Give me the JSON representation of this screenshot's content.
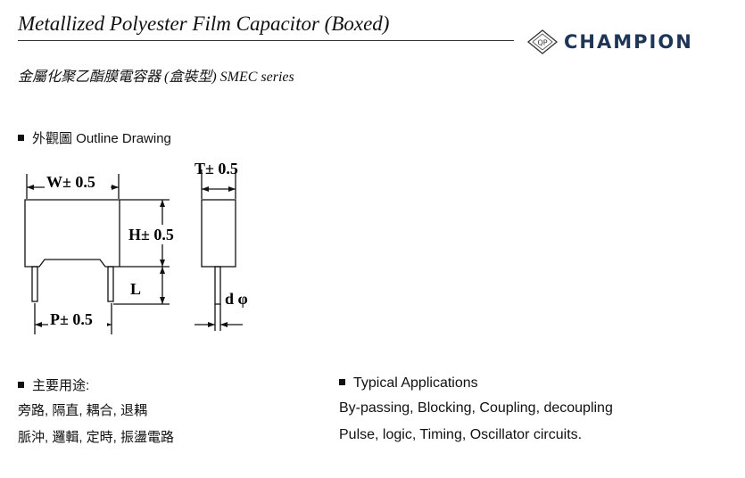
{
  "header": {
    "title": "Metallized Polyester Film Capacitor (Boxed)",
    "subtitle": "金屬化聚乙酯膜電容器 (盒裝型) SMEC series",
    "logo": {
      "text": "CHAMPION",
      "badge": "QP",
      "color": "#1e3556"
    }
  },
  "outline": {
    "heading": "外觀圖 Outline Drawing",
    "labels": {
      "width": "W± 0.5",
      "height": "H± 0.5",
      "lead_length": "L",
      "pitch": "P± 0.5",
      "thickness": "T± 0.5",
      "lead_dia": "d φ"
    }
  },
  "applications": {
    "zh_heading": "主要用途:",
    "zh_lines": [
      "旁路, 隔直, 耦合, 退耦",
      "脈沖, 邏輯, 定時, 振盪電路"
    ],
    "en_heading": "Typical Applications",
    "en_lines": [
      "By-passing, Blocking, Coupling, decoupling",
      "Pulse, logic, Timing, Oscillator circuits."
    ]
  }
}
